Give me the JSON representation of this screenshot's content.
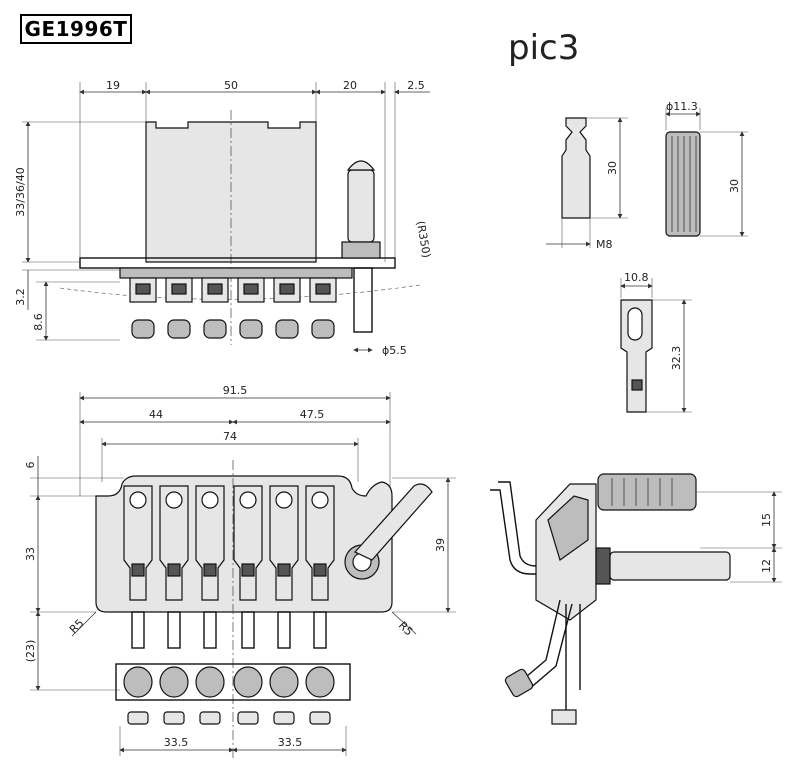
{
  "model": "GE1996T",
  "pic_label": "pic3",
  "side_view": {
    "dims_top": [
      "19",
      "50",
      "20",
      "2.5"
    ],
    "height_label": "33/36/40",
    "radius_label": "(R350)",
    "left_dims": [
      "3.2",
      "8.6"
    ],
    "arm_diameter": "ϕ5.5"
  },
  "arm_tip": {
    "length": "30",
    "thread": "M8"
  },
  "arm_knob": {
    "diameter": "ϕ11.3",
    "length": "30"
  },
  "block_piece": {
    "width": "10.8",
    "height": "32.3"
  },
  "top_view": {
    "overall_width": "91.5",
    "left_width": "44",
    "right_width": "47.5",
    "string_spread": "74",
    "left_dims": [
      "6",
      "33",
      "(23)"
    ],
    "right_height": "39",
    "radius_left": "R5",
    "radius_right": "R5",
    "bottom_dims": [
      "33.5",
      "33.5"
    ]
  },
  "profile_view": {
    "dims_right": [
      "15",
      "12"
    ]
  }
}
